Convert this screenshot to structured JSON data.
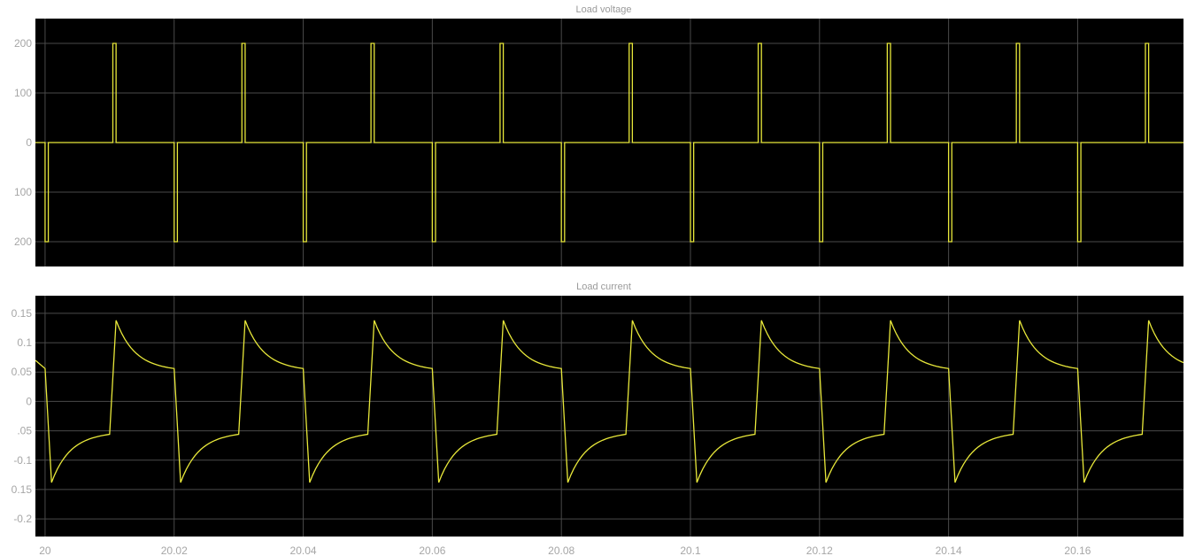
{
  "chart_data": [
    {
      "type": "line",
      "title": "Load voltage",
      "xlim": [
        19.9985,
        20.1764
      ],
      "ylim": [
        -250,
        250
      ],
      "yticks": [
        200,
        100,
        0,
        -100,
        -200
      ],
      "yticklabels": [
        "200",
        "100",
        "0",
        "100",
        "200"
      ],
      "grid": true,
      "background": "#000000",
      "line_color": "#e8e83a",
      "series": [
        {
          "values_pattern": {
            "period": 0.02,
            "start": 20.0,
            "cycles": 9,
            "levels": [
              {
                "t": 0.0,
                "v": -200
              },
              {
                "t": 0.0005,
                "v": 0
              },
              {
                "t": 0.0105,
                "v": 200
              },
              {
                "t": 0.011,
                "v": 0
              }
            ]
          }
        }
      ]
    },
    {
      "type": "line",
      "title": "Load current",
      "xlim": [
        19.9985,
        20.1764
      ],
      "ylim": [
        -0.23,
        0.18
      ],
      "yticks": [
        0.15,
        0.1,
        0.05,
        0,
        -0.05,
        -0.1,
        -0.15,
        -0.2
      ],
      "yticklabels": [
        "0.15",
        "0.1",
        "0.05",
        "0",
        ".05",
        "-0.1",
        "0.15",
        "-0.2"
      ],
      "xticks": [
        20,
        20.02,
        20.04,
        20.06,
        20.08,
        20.1,
        20.12,
        20.14,
        20.16
      ],
      "xticklabels": [
        "20",
        "20.02",
        "20.04",
        "20.06",
        "20.08",
        "20.1",
        "20.12",
        "20.14",
        "20.16"
      ],
      "grid": true,
      "background": "#000000",
      "line_color": "#e8e83a",
      "series": [
        {
          "values_pattern": {
            "period": 0.02,
            "start": 20.0,
            "cycles": 9,
            "peak": 0.138,
            "knee": 0.056,
            "points": [
              {
                "t": 0.0,
                "v": 0.056
              },
              {
                "t": 0.001,
                "v": -0.138
              },
              {
                "t": 0.01,
                "v": -0.056
              },
              {
                "t": 0.011,
                "v": 0.138
              },
              {
                "t": 0.02,
                "v": 0.056
              }
            ]
          }
        }
      ]
    }
  ]
}
